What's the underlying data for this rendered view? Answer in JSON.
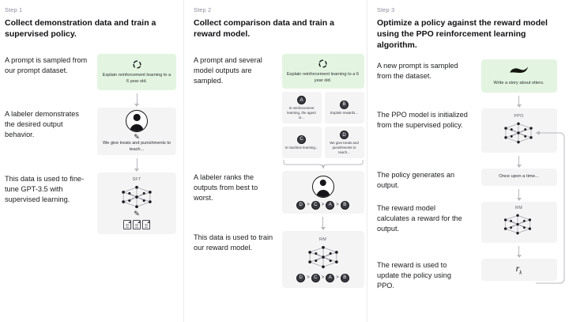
{
  "diagram": {
    "title": "RLHF three-step training diagram",
    "accent_green": "#e3f5e1",
    "box_gray": "#f4f4f5",
    "divider": "#ececec"
  },
  "columns": [
    {
      "step_label": "Step 1",
      "step_title": "Collect demonstration data and train a supervised policy.",
      "stages": [
        {
          "caption": "A prompt is sampled from our prompt dataset.",
          "node_kind": "green-prompt",
          "icon": "sampling-icon",
          "node_text": "Explain reinforcement learning to a 6 year old."
        },
        {
          "caption": "A labeler demonstrates the desired output behavior.",
          "node_kind": "labeler",
          "icon": "person-icon",
          "node_text": "We give treats and punishments to teach..."
        },
        {
          "caption": "This data is used to fine-tune GPT-3.5 with supervised learning.",
          "node_kind": "model",
          "icon": "neural-network-icon",
          "node_tag": "SFT",
          "node_text": ""
        }
      ]
    },
    {
      "step_label": "Step 2",
      "step_title": "Collect comparison data and train a reward model.",
      "stages": [
        {
          "caption": "A prompt and several model outputs are sampled.",
          "node_kind": "green-prompt",
          "icon": "sampling-icon",
          "node_text": "Explain reinforcement learning to a 6 year old."
        },
        {
          "caption": "",
          "node_kind": "output-cards",
          "cards": [
            {
              "letter": "A",
              "text": "In reinforcement learning, the agent is..."
            },
            {
              "letter": "B",
              "text": "Explain rewards..."
            },
            {
              "letter": "C",
              "text": "In machine learning..."
            },
            {
              "letter": "D",
              "text": "We give treats and punishments to teach..."
            }
          ]
        },
        {
          "caption": "A labeler ranks the outputs from best to worst.",
          "node_kind": "labeler-rank",
          "icon": "person-icon",
          "ranking": [
            "D",
            "C",
            "A",
            "B"
          ]
        },
        {
          "caption": "This data is used to train our reward model.",
          "node_kind": "model-rank",
          "icon": "neural-network-icon",
          "node_tag": "RM",
          "ranking": [
            "D",
            "C",
            "A",
            "B"
          ]
        }
      ]
    },
    {
      "step_label": "Step 3",
      "step_title": "Optimize a policy against the reward model using the PPO reinforcement learning algorithm.",
      "stages": [
        {
          "caption": "A new prompt is sampled from the dataset.",
          "node_kind": "green-prompt",
          "icon": "otter-icon",
          "node_text": "Write a story about otters."
        },
        {
          "caption": "The PPO model is initialized from the supervised policy.",
          "node_kind": "model",
          "icon": "neural-network-icon",
          "node_tag": "PPO",
          "node_text": ""
        },
        {
          "caption": "The policy generates an output.",
          "node_kind": "text-output",
          "node_text": "Once upon a time..."
        },
        {
          "caption": "The reward model calculates a reward for the output.",
          "node_kind": "model",
          "icon": "neural-network-icon",
          "node_tag": "RM",
          "node_text": ""
        },
        {
          "caption": "The reward is used to update the policy using PPO.",
          "node_kind": "reward",
          "reward_symbol": "r",
          "reward_subscript": "k"
        }
      ],
      "feedback_loop": "reward-to-policy-loop"
    }
  ]
}
